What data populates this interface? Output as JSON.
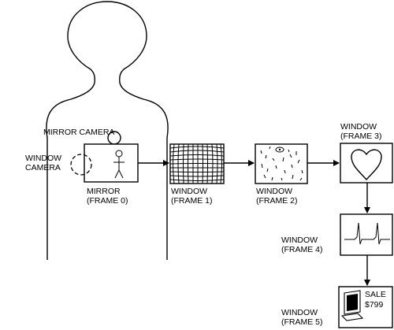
{
  "labels": {
    "mirror_camera": "MIRROR CAMERA",
    "window_camera_1": "WINDOW",
    "window_camera_2": "CAMERA",
    "mirror_1": "MIRROR",
    "mirror_2": "(FRAME 0)",
    "frame1_1": "WINDOW",
    "frame1_2": "(FRAME 1)",
    "frame2_1": "WINDOW",
    "frame2_2": "(FRAME 2)",
    "frame3_1": "WINDOW",
    "frame3_2": "(FRAME 3)",
    "frame4_1": "WINDOW",
    "frame4_2": "(FRAME 4)",
    "frame5_1": "WINDOW",
    "frame5_2": "(FRAME 5)",
    "sale_1": "SALE",
    "sale_2": "$799"
  }
}
